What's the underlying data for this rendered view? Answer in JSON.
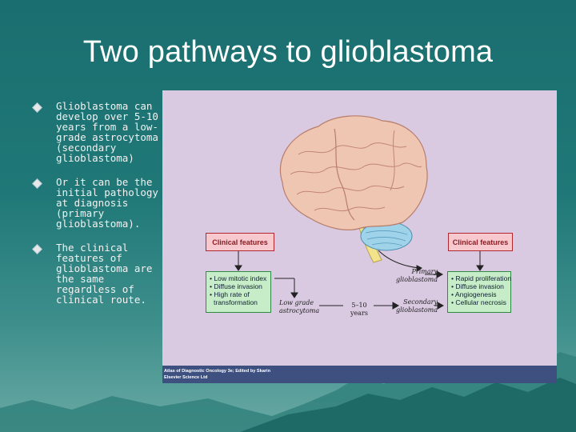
{
  "slide": {
    "title": "Two pathways to glioblastoma",
    "bullets": [
      "Glioblastoma can develop over 5-10 years from a low-grade astrocytoma (secondary glioblastoma)",
      "Or it can be the initial pathology at diagnosis (primary glioblastoma).",
      "The clinical features of glioblastoma are the same regardless of clinical route."
    ]
  },
  "figure": {
    "left_box_title": "Clinical features",
    "right_box_title": "Clinical features",
    "left_features": [
      "• Low mitotic index",
      "• Diffuse invasion",
      "• High rate of",
      "  transformation"
    ],
    "right_features": [
      "• Rapid proliferation",
      "• Diffuse invasion",
      "• Angiogenesis",
      "• Cellular necrosis"
    ],
    "primary_label": "Primary glioblastoma",
    "secondary_label": "Secondary glioblastoma",
    "low_grade_label": "Low grade astrocytoma",
    "years_label": "5–10 years",
    "caption_line1": "Atlas of Diagnostic Oncology 3e; Edited by Skarin",
    "caption_line2": "Elsevier Science Ltd"
  },
  "colors": {
    "background": "#1f7877",
    "figure_bg": "#d9c9e1",
    "red_box": "#f7c9cf",
    "green_box": "#c6ecc8",
    "caption_bar": "#3d5080"
  }
}
